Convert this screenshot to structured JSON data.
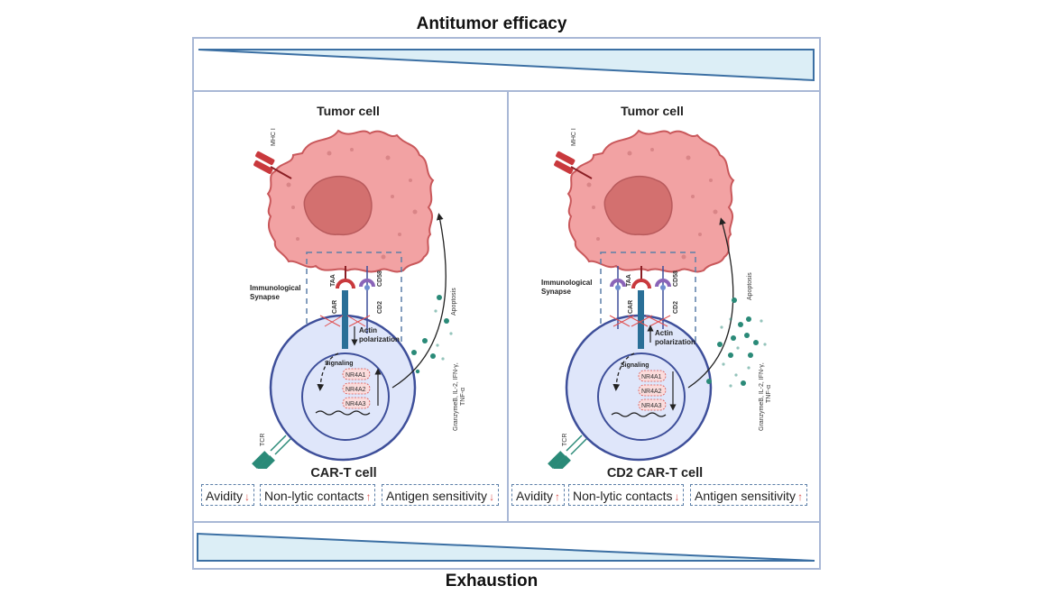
{
  "header": {
    "title": "Antitumor efficacy"
  },
  "footer": {
    "title": "Exhaustion"
  },
  "panels": [
    {
      "tumor_label": "Tumor cell",
      "cell_label": "CAR-T cell",
      "mhc_label": "MHC I",
      "synapse_label_1": "Immunological",
      "synapse_label_2": "Synapse",
      "taa_label": "TAA",
      "car_label": "CAR",
      "cd58_label": "CD58",
      "cd2_label": "CD2",
      "actin_label_1": "Actin",
      "actin_label_2": "polarization",
      "actin_direction": "down",
      "signaling_label": "Signaling",
      "nr4a": [
        "NR4A1",
        "NR4A2",
        "NR4A3"
      ],
      "nr4a_direction": "up",
      "apoptosis_label": "Apoptosis",
      "cytokine_label_1": "GranzymeB, IL-2, IFN-γ,",
      "cytokine_label_2": "TNF-α",
      "tcr_label": "TCR",
      "tags": [
        {
          "label": "Avidity",
          "trend": "down",
          "symbol": "↓"
        },
        {
          "label": "Non-lytic contacts",
          "trend": "up",
          "symbol": "↑"
        },
        {
          "label": "Antigen sensitivity",
          "trend": "down",
          "symbol": "↓"
        }
      ]
    },
    {
      "tumor_label": "Tumor cell",
      "cell_label": "CD2 CAR-T cell",
      "mhc_label": "MHC I",
      "synapse_label_1": "Immunological",
      "synapse_label_2": "Synapse",
      "taa_label": "TAA",
      "car_label": "CAR",
      "cd58_label": "CD58",
      "cd2_label": "CD2",
      "actin_label_1": "Actin",
      "actin_label_2": "polarization",
      "actin_direction": "up",
      "signaling_label": "Signaling",
      "nr4a": [
        "NR4A1",
        "NR4A2",
        "NR4A3"
      ],
      "nr4a_direction": "down",
      "apoptosis_label": "Apoptosis",
      "cytokine_label_1": "GranzymeB, IL-2, IFN-γ,",
      "cytokine_label_2": "TNF-α",
      "tcr_label": "TCR",
      "tags": [
        {
          "label": "Avidity",
          "trend": "up",
          "symbol": "↑"
        },
        {
          "label": "Non-lytic contacts",
          "trend": "down",
          "symbol": "↓"
        },
        {
          "label": "Antigen sensitivity",
          "trend": "up",
          "symbol": "↑"
        }
      ]
    }
  ],
  "colors": {
    "frame": "#a9b8d6",
    "wedge_fill": "#dceef6",
    "wedge_stroke": "#3b6fa3",
    "tumor_fill": "#f2a2a3",
    "tumor_stroke": "#c9585b",
    "nucleus_fill": "#d3706f",
    "tcell_fill": "#dfe6fa",
    "tcell_stroke": "#3e4f9a",
    "car": "#2a6f97",
    "cd58": "#8a64b8",
    "taa": "#c9393d",
    "cytokine": "#2a8a78",
    "trend_arrow": "#d9534f"
  }
}
